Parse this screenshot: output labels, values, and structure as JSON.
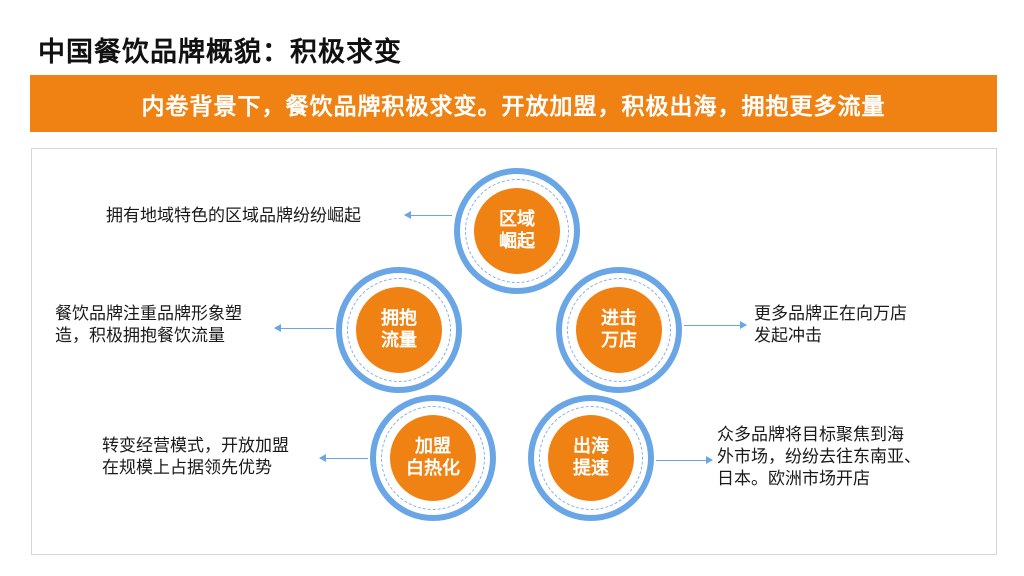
{
  "title": "中国餐饮品牌概貌：积极求变",
  "banner": "内卷背景下，餐饮品牌积极求变。开放加盟，积极出海，拥抱更多流量",
  "items": [
    {
      "circle": [
        "区域",
        "崛起"
      ],
      "desc": [
        "拥有地域特色的区域品牌纷纷崛起"
      ]
    },
    {
      "circle": [
        "拥抱",
        "流量"
      ],
      "desc": [
        "餐饮品牌注重品牌形象塑",
        "造，积极拥抱餐饮流量"
      ]
    },
    {
      "circle": [
        "进击",
        "万店"
      ],
      "desc": [
        "更多品牌正在向万店",
        "发起冲击"
      ]
    },
    {
      "circle": [
        "加盟",
        "白热化"
      ],
      "desc": [
        "转变经营模式，开放加盟",
        "在规模上占据领先优势"
      ]
    },
    {
      "circle": [
        "出海",
        "提速"
      ],
      "desc": [
        "众多品牌将目标聚焦到海",
        "外市场，纷纷去往东南亚、",
        "日本。欧洲市场开店"
      ]
    }
  ],
  "colors": {
    "accent": "#f08213",
    "ring": "#6aa6e6"
  }
}
